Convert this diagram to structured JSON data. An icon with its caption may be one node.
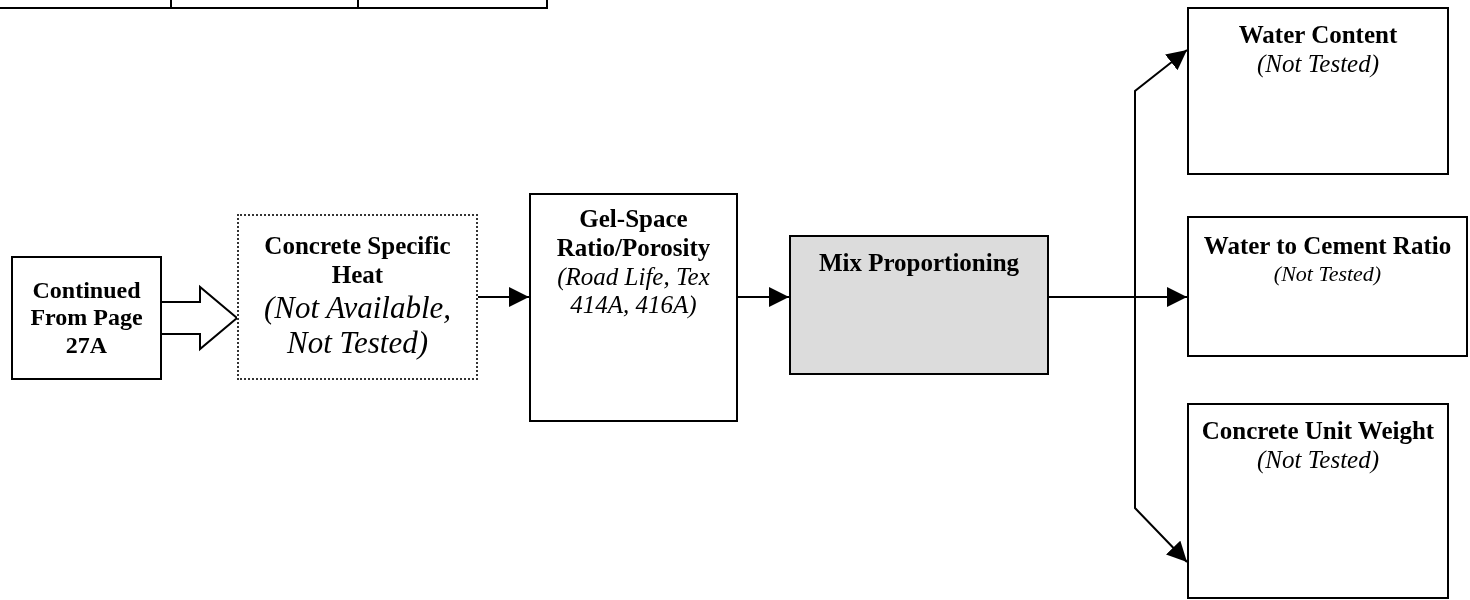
{
  "diagram": {
    "nodes": [
      {
        "text": [
          "Continued From Page 27A"
        ]
      },
      {
        "text": [
          "Concrete Specific Heat",
          "(Not Available, Not Tested)"
        ]
      },
      {
        "text": [
          "Gel-Space Ratio/Porosity",
          "(Road Life, Tex 414A, 416A)"
        ]
      },
      {
        "text": [
          "Mix Proportioning"
        ]
      },
      {
        "text": [
          "Water Content",
          "(Not Tested)"
        ]
      },
      {
        "text": [
          "Water to Cement Ratio",
          "(Not Tested)"
        ]
      },
      {
        "text": [
          "Concrete Unit Weight",
          "(Not Tested)"
        ]
      }
    ],
    "edges": [
      {
        "from": 0,
        "to": 1,
        "arrow": "to",
        "style": "thick"
      },
      {
        "from": 1,
        "to": 2,
        "arrow": "to"
      },
      {
        "from": 2,
        "to": 3,
        "arrow": "to"
      },
      {
        "from": 3,
        "to": 4,
        "arrow": "to"
      },
      {
        "from": 3,
        "to": 5,
        "arrow": "to"
      },
      {
        "from": 3,
        "to": 6,
        "arrow": "to"
      }
    ]
  }
}
